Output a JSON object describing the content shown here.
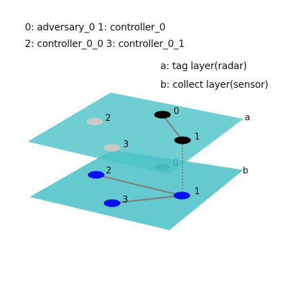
{
  "legend": {
    "line1": "0: adversary_0  1: controller_0",
    "line2": "2: controller_0_0  3: controller_0_1",
    "layer_a": "a: tag layer(radar)",
    "layer_b": "b: collect layer(sensor)"
  },
  "layers": {
    "top_label": "a",
    "bottom_label": "b"
  },
  "nodes": {
    "top": {
      "n0": "0",
      "n1": "1",
      "n2": "2",
      "n3": "3"
    },
    "bottom": {
      "n0": "0",
      "n1": "1",
      "n2": "2",
      "n3": "3"
    }
  },
  "colors": {
    "plane_fill": "#4ec3c8",
    "adversary": "#000000",
    "controller_top": "#c9c9c9",
    "controller_bottom": "#0011ee",
    "edge": "#808080"
  }
}
